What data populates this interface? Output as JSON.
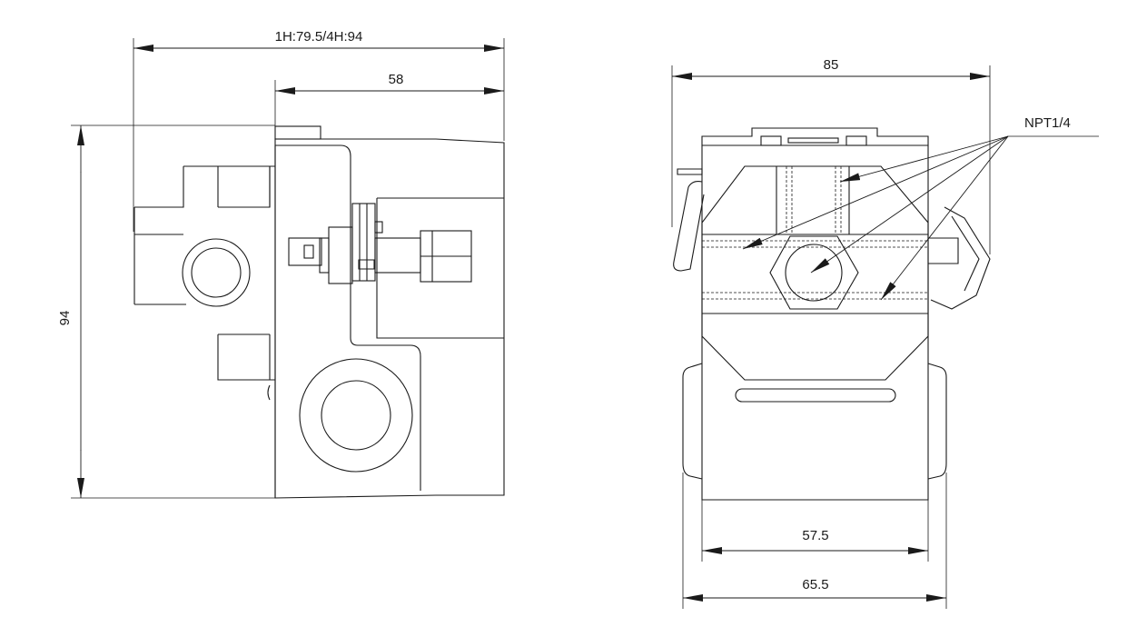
{
  "drawing": {
    "side_view": {
      "width_total_label": "1H:79.5/4H:94",
      "width_body_label": "58",
      "height_label": "94"
    },
    "front_view": {
      "width_top_label": "85",
      "port_label": "NPT1/4",
      "width_inner_label": "57.5",
      "width_base_label": "65.5"
    }
  }
}
